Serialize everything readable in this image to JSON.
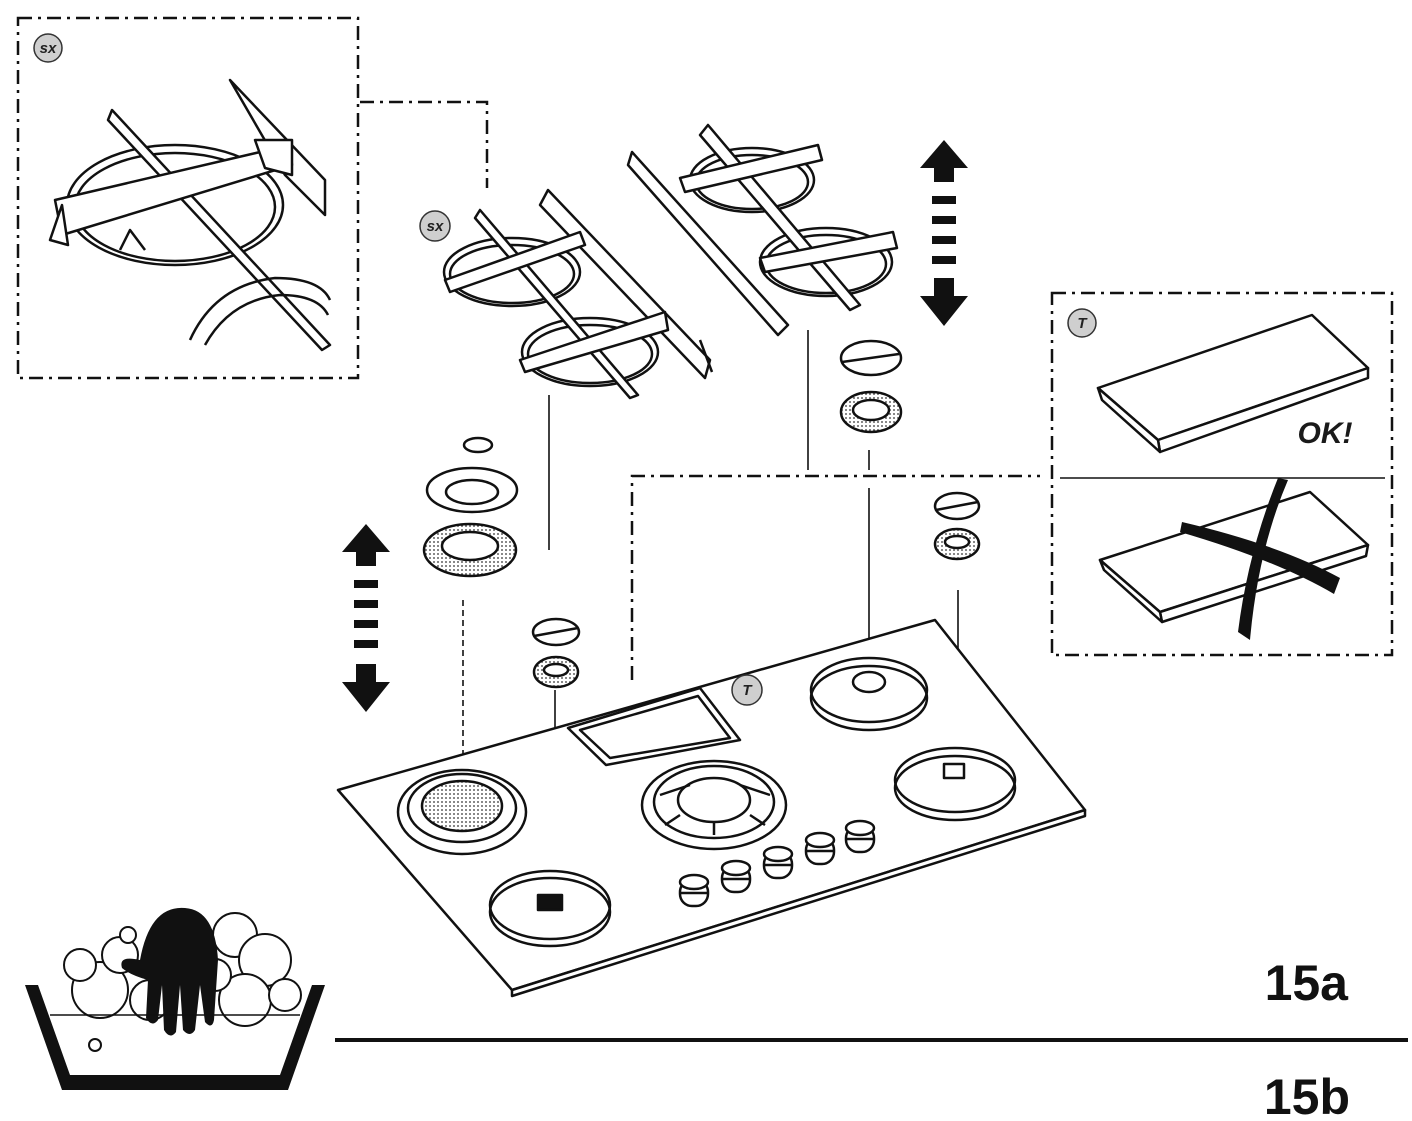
{
  "badges": {
    "inset_left": "sx",
    "grid_left": "sx",
    "inset_right": "T",
    "hob_plate": "T"
  },
  "inset_right": {
    "ok_label": "OK!"
  },
  "figure_labels": {
    "upper": "15a",
    "lower": "15b"
  },
  "colors": {
    "ink": "#111111",
    "badge_fill": "#cfcfcf",
    "paper": "#ffffff"
  },
  "icons": {
    "arrows": "double-headed-arrow-icon",
    "wash": "hand-washing-basin-icon",
    "wrong": "cross-mark-icon"
  }
}
